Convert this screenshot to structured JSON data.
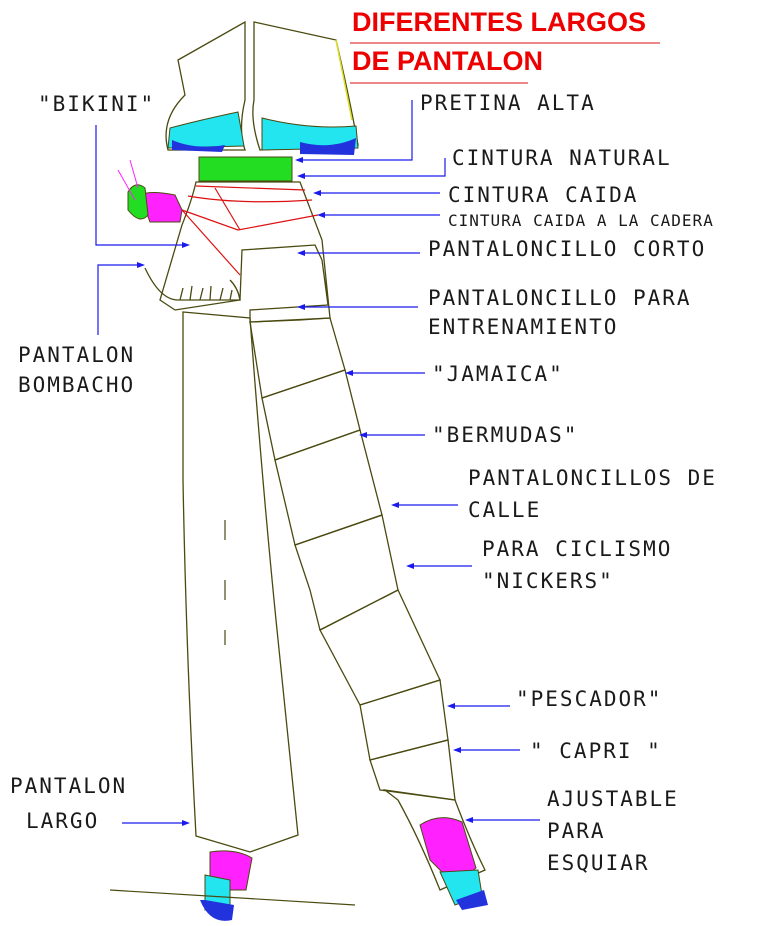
{
  "title": {
    "line1": "DIFERENTES LARGOS",
    "line2": "DE PANTALON"
  },
  "labels": {
    "bikini": "\"BIKINI\"",
    "pretina_alta": "PRETINA ALTA",
    "cintura_natural": "CINTURA NATURAL",
    "cintura_caida": "CINTURA CAIDA",
    "cintura_caida_cadera": "CINTURA CAIDA A LA CADERA",
    "pantaloncillo_corto": "PANTALONCILLO CORTO",
    "entrenamiento_1": "PANTALONCILLO PARA",
    "entrenamiento_2": "ENTRENAMIENTO",
    "bombacho_1": "PANTALON",
    "bombacho_2": "BOMBACHO",
    "jamaica": "\"JAMAICA\"",
    "bermudas": "\"BERMUDAS\"",
    "calle_1": "PANTALONCILLOS DE",
    "calle_2": "CALLE",
    "ciclismo_1": "PARA CICLISMO",
    "ciclismo_2": "\"NICKERS\"",
    "pescador": "\"PESCADOR\"",
    "capri": "\" CAPRI \"",
    "largo_1": "PANTALON",
    "largo_2": "LARGO",
    "esquiar_1": "AJUSTABLE",
    "esquiar_2": "PARA",
    "esquiar_3": "ESQUIAR"
  },
  "colors": {
    "title": "#ee0000",
    "leader": "#1a1aee",
    "outline": "#4a4a10",
    "waistband": "#22dd22",
    "cyan": "#22e5f0",
    "magenta": "#ff22ff",
    "blue": "#2233dd"
  }
}
